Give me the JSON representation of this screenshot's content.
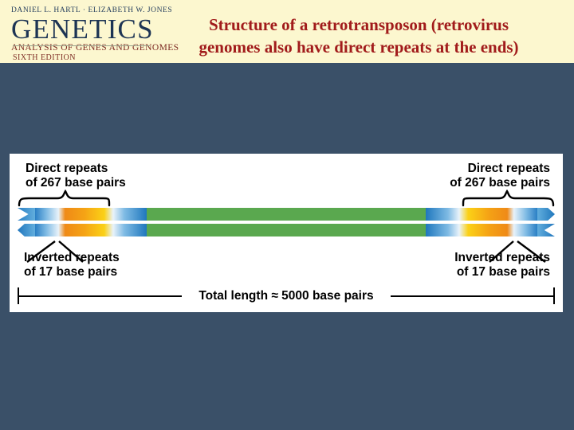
{
  "slide": {
    "background_color": "#3a5068",
    "header_background_color": "#fcf7cf",
    "title_color": "#a11b1b",
    "title_line1": "Structure of a retrotransposon (retrovirus",
    "title_line2": "genomes also have direct repeats at the ends)"
  },
  "book_logo": {
    "authors": "DANIEL L. HARTL · ELIZABETH W. JONES",
    "title": "GENETICS",
    "subtitle": "ANALYSIS OF GENES AND GENOMES",
    "edition": "SIXTH EDITION"
  },
  "figure": {
    "background_color": "#ffffff",
    "labels": {
      "direct_repeats_left_line1": "Direct repeats",
      "direct_repeats_left_line2": "of 267 base pairs",
      "direct_repeats_right_line1": "Direct repeats",
      "direct_repeats_right_line2": "of 267 base pairs",
      "inverted_repeats_left_line1": "Inverted repeats",
      "inverted_repeats_left_line2": "of 17 base pairs",
      "inverted_repeats_right_line1": "Inverted repeats",
      "inverted_repeats_right_line2": "of 17 base pairs",
      "total_length": "Total length ≈ 5000 base pairs"
    },
    "colors": {
      "core_green": "#5aa84f",
      "repeat_blue": "#1f77bd",
      "repeat_orange": "#f5a315",
      "repeat_yellow": "#fbd117"
    },
    "values": {
      "direct_repeat_bp": 267,
      "inverted_repeat_bp": 17,
      "total_length_bp": 5000
    }
  }
}
